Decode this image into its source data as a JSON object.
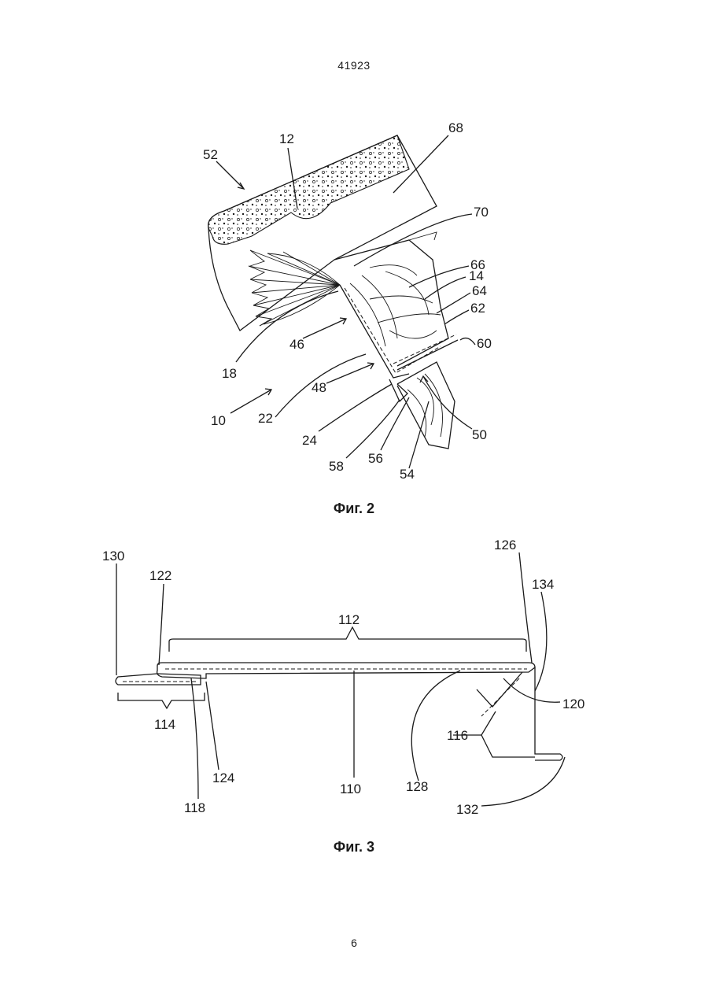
{
  "header": {
    "doc_number": "41923"
  },
  "footer": {
    "page_number": "6"
  },
  "figure2": {
    "caption": "Фиг. 2",
    "labels": {
      "l52": "52",
      "l12": "12",
      "l68": "68",
      "l70": "70",
      "l66": "66",
      "l14": "14",
      "l64": "64",
      "l62": "62",
      "l60": "60",
      "l18": "18",
      "l46": "46",
      "l10": "10",
      "l22": "22",
      "l48": "48",
      "l24": "24",
      "l58": "58",
      "l56": "56",
      "l54": "54",
      "l50": "50"
    }
  },
  "figure3": {
    "caption": "Фиг. 3",
    "labels": {
      "l130": "130",
      "l122": "122",
      "l112": "112",
      "l126": "126",
      "l134": "134",
      "l114": "114",
      "l120": "120",
      "l116": "116",
      "l124": "124",
      "l118": "118",
      "l110": "110",
      "l128": "128",
      "l132": "132"
    }
  }
}
